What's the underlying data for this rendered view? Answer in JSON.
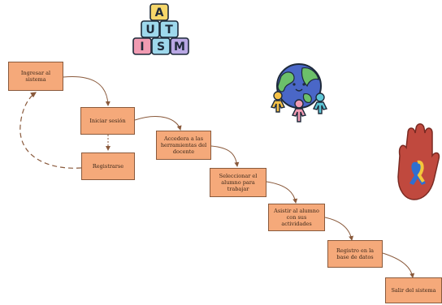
{
  "nodes": {
    "ingresar": "Ingresar al sistema",
    "iniciar": "Iniciar sesión",
    "registrarse": "Registrarse",
    "acceder": "Accedera a las herramientas del docente",
    "seleccionar": "Seleccionar el alumno para trabajar",
    "asistir": "Asistir al alumno con sus actividades",
    "registro": "Registro en la base de datos",
    "salir": "Salir del sistema"
  },
  "autism_blocks": {
    "letters": [
      "A",
      "U",
      "T",
      "I",
      "S",
      "M"
    ]
  },
  "colors": {
    "node_fill": "#f5a97a",
    "node_border": "#8a5a3c",
    "arrow": "#8a5a3c"
  },
  "icons": [
    "autism-letter-blocks-icon",
    "globe-children-icon",
    "hand-awareness-ribbon-icon"
  ]
}
